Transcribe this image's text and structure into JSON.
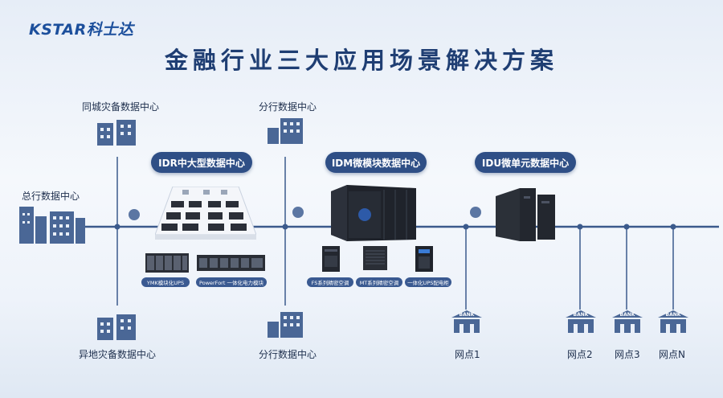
{
  "brand": {
    "logo": "KSTAR科士达"
  },
  "title": "金融行业三大应用场景解决方案",
  "nodes": {
    "hq": "总行数据中心",
    "same_city_dr": "同城灾备数据中心",
    "remote_dr": "异地灾备数据中心",
    "branch_top": "分行数据中心",
    "branch_bottom": "分行数据中心",
    "outlet1": "网点1",
    "outlet2": "网点2",
    "outlet3": "网点3",
    "outletN": "网点N"
  },
  "solutions": {
    "idr": "IDR中大型数据中心",
    "idm": "IDM微模块数据中心",
    "idu": "IDU微单元数据中心"
  },
  "products": {
    "ymk": "YMK模块化UPS",
    "powerfort": "PowerFort 一体化电力模块",
    "fs": "FS系列精密空调",
    "mt": "MT系列精密空调",
    "ups_cabinet": "一体化UPS配电柜"
  },
  "bank_sign": "BANK",
  "colors": {
    "accent": "#2f4f86",
    "line": "#3b5a8c",
    "icon": "#4a6796"
  }
}
